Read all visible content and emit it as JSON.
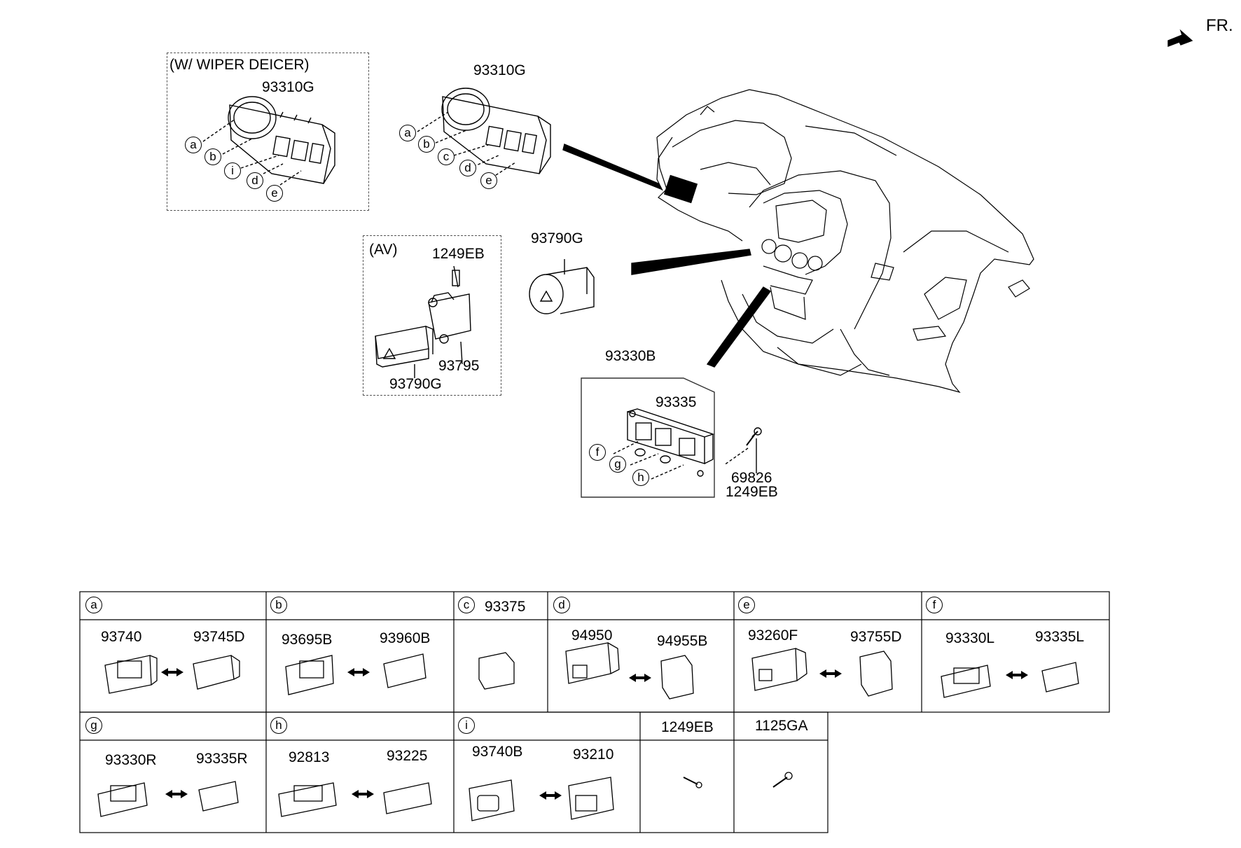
{
  "front_marker": "FR.",
  "upper": {
    "wiper_box_title": "(W/ WIPER DEICER)",
    "wiper_part": "93310G",
    "wiper_callouts": [
      "a",
      "b",
      "i",
      "d",
      "e"
    ],
    "main_part": "93310G",
    "main_callouts": [
      "a",
      "b",
      "c",
      "d",
      "e"
    ],
    "av_box_title": "(AV)",
    "av_bolt": "1249EB",
    "av_bracket": "93795",
    "av_switch": "93790G",
    "hazard_switch": "93790G",
    "lower_panel_assy": "93330B",
    "lower_panel_part": "93335",
    "lower_callouts": [
      "f",
      "g",
      "h"
    ],
    "screw_part_1": "69826",
    "screw_part_2": "1249EB"
  },
  "table": {
    "row1": [
      {
        "key": "a",
        "parts": [
          "93740",
          "93745D"
        ]
      },
      {
        "key": "b",
        "parts": [
          "93695B",
          "93960B"
        ]
      },
      {
        "key": "c",
        "parts": [
          "93375"
        ]
      },
      {
        "key": "d",
        "parts": [
          "94950",
          "94955B"
        ]
      },
      {
        "key": "e",
        "parts": [
          "93260F",
          "93755D"
        ]
      },
      {
        "key": "f",
        "parts": [
          "93330L",
          "93335L"
        ]
      }
    ],
    "row2": [
      {
        "key": "g",
        "parts": [
          "93330R",
          "93335R"
        ]
      },
      {
        "key": "h",
        "parts": [
          "92813",
          "93225"
        ]
      },
      {
        "key": "i",
        "parts": [
          "93740B",
          "93210"
        ]
      },
      {
        "key": "",
        "parts": [
          "1249EB"
        ]
      },
      {
        "key": "",
        "parts": [
          "1125GA"
        ]
      }
    ]
  }
}
